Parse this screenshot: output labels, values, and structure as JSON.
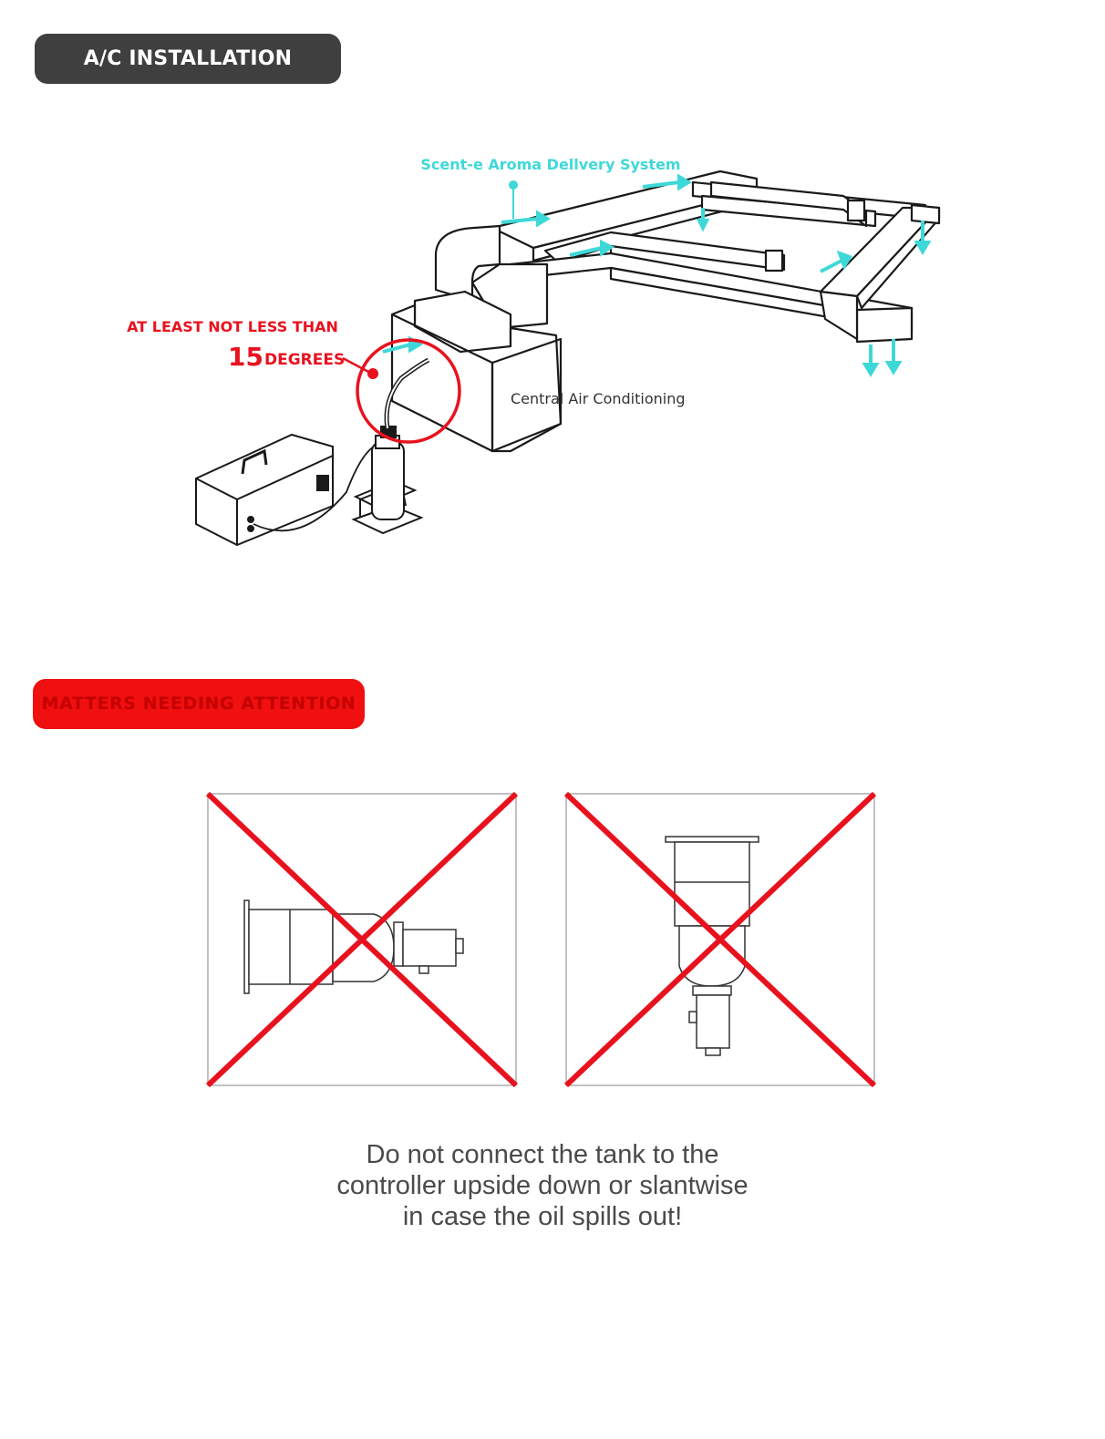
{
  "header": {
    "title": "A/C INSTALLATION DIAGRAM"
  },
  "diagram": {
    "delivery_label": "Scent-e Aroma Dellvery System",
    "angle_label_line1": "AT LEAST NOT LESS THAN",
    "angle_value": "15",
    "angle_unit": "DEGREES",
    "ac_label": "Central Air Conditioning"
  },
  "attention": {
    "title": "MATTERS NEEDING ATTENTION"
  },
  "warning": {
    "lines": [
      "Do not connect the tank to the",
      "controller upside down or slantwise",
      "in case the oil spills out!"
    ]
  },
  "colors": {
    "dark_pill": "#3f3f3f",
    "red": "#e8121f",
    "cyan": "#3fd8d8",
    "line": "#1a1a1a"
  }
}
